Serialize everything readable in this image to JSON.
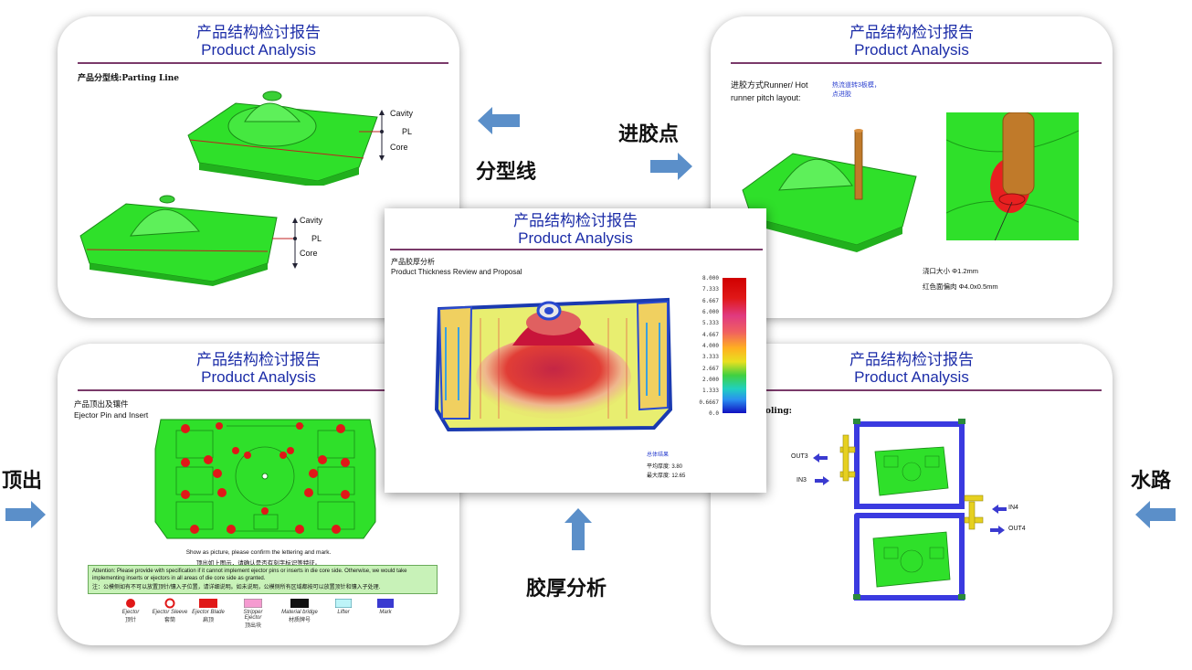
{
  "card_header": {
    "zh": "产品结构检讨报告",
    "en": "Product Analysis"
  },
  "parting": {
    "subtitle": "产品分型线:Parting Line",
    "label_cavity": "Cavity",
    "label_pl": "PL",
    "label_core": "Core"
  },
  "runner": {
    "subtitle_line1": "进胶方式Runner/ Hot",
    "subtitle_line2": "runner pitch layout:",
    "note_line1": "热流道转3板模，",
    "note_line2": "点进胶",
    "gate_size": "浇口大小  Φ1.2mm",
    "red_offset": "红色面偏肉  Φ4.0x0.5mm"
  },
  "ejector": {
    "subtitle_zh": "产品顶出及镶件",
    "subtitle_en": "Ejector Pin and Insert",
    "show_en": "Show as picture, please confirm the lettering and mark.",
    "show_zh": "顶出如上图示，请确认是否有刻字标识等特征。",
    "attention_en": "Attention: Please provide with specification if it cannot implement  ejector pins or inserts in die core side.  Otherwise, we would take implementing inserts or ejectors in all areas of die core side as granted.",
    "attention_zh": "注：公模侧如有不可以放置顶针/镶入子位置，请详细说明。如未说明，公模侧所有区域都按可以放置顶针和镶入子处理.",
    "legend": [
      {
        "en": "Ejector",
        "zh": "顶针"
      },
      {
        "en": "Ejector Sleeve",
        "zh": "套筒"
      },
      {
        "en": "Ejector Blade",
        "zh": "扁顶"
      },
      {
        "en": "Stripper Ejector",
        "zh": "顶出块"
      },
      {
        "en": "Material bridge",
        "zh": "材质牌号"
      },
      {
        "en": "Lifter",
        "zh": ""
      },
      {
        "en": "Mark",
        "zh": ""
      }
    ]
  },
  "cooling": {
    "subtitle": "oling:",
    "out3": "OUT3",
    "in3": "IN3",
    "in4": "IN4",
    "out4": "OUT4"
  },
  "thickness": {
    "subtitle_zh": "产品胶厚分析",
    "subtitle_en": "Product Thickness Review and Proposal",
    "scale": [
      "8.000",
      "7.333",
      "6.667",
      "6.000",
      "5.333",
      "4.667",
      "4.000",
      "3.333",
      "2.667",
      "2.000",
      "1.333",
      "0.6667",
      "0.0"
    ],
    "summary_title": "总体结果",
    "avg": "平均厚度:  3.80",
    "max": "最大厚度:  12.65"
  },
  "labels": {
    "parting_line": "分型线",
    "gate_point": "进胶点",
    "ejection": "顶出",
    "water": "水路",
    "thickness": "胶厚分析"
  },
  "colors": {
    "header_blue": "#1c2da8",
    "part_green": "#2fe02a",
    "arrow_blue": "#5b8fc9",
    "rule": "#7a3a6a"
  }
}
